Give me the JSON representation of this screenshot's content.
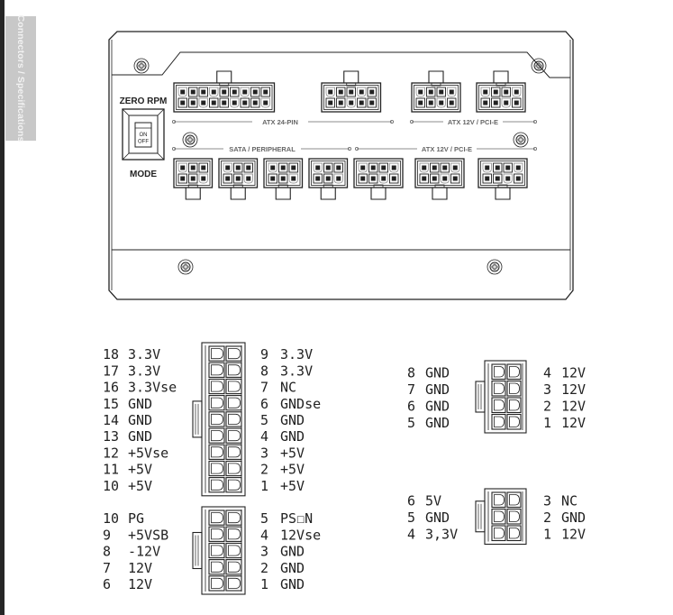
{
  "sidebar": {
    "tab_label": "Connectors / Specifications"
  },
  "psu_panel": {
    "switch_title": "ZERO RPM",
    "switch_on": "ON",
    "switch_off": "OFF",
    "switch_caption": "MODE",
    "top_row_labels": [
      "ATX 24-PIN",
      "ATX 12V / PCI-E"
    ],
    "bottom_row_labels": [
      "SATA / PERIPHERAL",
      "ATX 12V / PCI-E"
    ],
    "top_connectors": [
      {
        "name": "atx-24pin-20-socket",
        "cols": 9
      },
      {
        "name": "atx-24pin-10-socket",
        "cols": 5
      },
      {
        "name": "atx12v-pcie-top-1",
        "cols": 4
      },
      {
        "name": "atx12v-pcie-top-2",
        "cols": 4
      }
    ],
    "bottom_connectors": [
      {
        "name": "sata-peripheral-1",
        "cols": 3
      },
      {
        "name": "sata-peripheral-2",
        "cols": 3
      },
      {
        "name": "sata-peripheral-3",
        "cols": 3
      },
      {
        "name": "sata-peripheral-4",
        "cols": 3
      },
      {
        "name": "atx12v-pcie-bottom-1",
        "cols": 4
      },
      {
        "name": "atx12v-pcie-bottom-2",
        "cols": 4
      },
      {
        "name": "atx12v-pcie-bottom-3",
        "cols": 4
      }
    ]
  },
  "pinouts": {
    "atx_18pin": {
      "left": [
        {
          "pin": "18",
          "signal": "3.3V"
        },
        {
          "pin": "17",
          "signal": "3.3V"
        },
        {
          "pin": "16",
          "signal": "3.3Vse"
        },
        {
          "pin": "15",
          "signal": "GND"
        },
        {
          "pin": "14",
          "signal": "GND"
        },
        {
          "pin": "13",
          "signal": "GND"
        },
        {
          "pin": "12",
          "signal": "+5Vse"
        },
        {
          "pin": "11",
          "signal": "+5V"
        },
        {
          "pin": "10",
          "signal": "+5V"
        }
      ],
      "right": [
        {
          "pin": "9",
          "signal": "3.3V"
        },
        {
          "pin": "8",
          "signal": "3.3V"
        },
        {
          "pin": "7",
          "signal": "NC"
        },
        {
          "pin": "6",
          "signal": "GNDse"
        },
        {
          "pin": "5",
          "signal": "GND"
        },
        {
          "pin": "4",
          "signal": "GND"
        },
        {
          "pin": "3",
          "signal": "+5V"
        },
        {
          "pin": "2",
          "signal": "+5V"
        },
        {
          "pin": "1",
          "signal": "+5V"
        }
      ]
    },
    "atx_10pin": {
      "left": [
        {
          "pin": "10",
          "signal": "PG"
        },
        {
          "pin": "9",
          "signal": "+5VSB"
        },
        {
          "pin": "8",
          "signal": "-12V"
        },
        {
          "pin": "7",
          "signal": "12V"
        },
        {
          "pin": "6",
          "signal": "12V"
        }
      ],
      "right": [
        {
          "pin": "5",
          "signal": "PS☐N"
        },
        {
          "pin": "4",
          "signal": "12Vse"
        },
        {
          "pin": "3",
          "signal": "GND"
        },
        {
          "pin": "2",
          "signal": "GND"
        },
        {
          "pin": "1",
          "signal": "GND"
        }
      ]
    },
    "eps_8pin": {
      "left": [
        {
          "pin": "8",
          "signal": "GND"
        },
        {
          "pin": "7",
          "signal": "GND"
        },
        {
          "pin": "6",
          "signal": "GND"
        },
        {
          "pin": "5",
          "signal": "GND"
        }
      ],
      "right": [
        {
          "pin": "4",
          "signal": "12V"
        },
        {
          "pin": "3",
          "signal": "12V"
        },
        {
          "pin": "2",
          "signal": "12V"
        },
        {
          "pin": "1",
          "signal": "12V"
        }
      ]
    },
    "sata_6pin": {
      "left": [
        {
          "pin": "6",
          "signal": "5V"
        },
        {
          "pin": "5",
          "signal": "GND"
        },
        {
          "pin": "4",
          "signal": "3,3V"
        }
      ],
      "right": [
        {
          "pin": "3",
          "signal": "NC"
        },
        {
          "pin": "2",
          "signal": "GND"
        },
        {
          "pin": "1",
          "signal": "12V"
        }
      ]
    }
  }
}
